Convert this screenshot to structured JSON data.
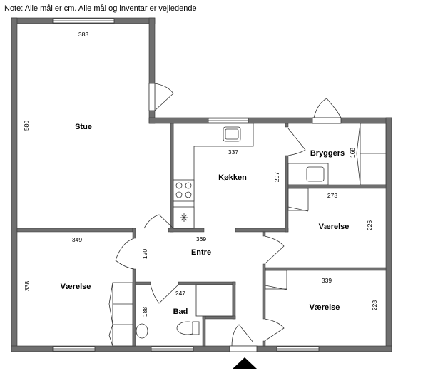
{
  "note": "Note: Alle mål er cm. Alle mål og inventar er vejledende",
  "rooms": {
    "stue": {
      "name": "Stue",
      "width": "383",
      "depth": "580"
    },
    "kokken": {
      "name": "Køkken",
      "width": "337",
      "depth": "297"
    },
    "bryggers": {
      "name": "Bryggers",
      "depth": "168"
    },
    "vaerelse_ne": {
      "name": "Værelse",
      "width": "273",
      "depth": "226"
    },
    "entre": {
      "name": "Entre",
      "width": "369",
      "depth": "120"
    },
    "vaerelse_w": {
      "name": "Værelse",
      "width": "349",
      "depth": "338"
    },
    "bad": {
      "name": "Bad",
      "width": "247",
      "depth": "188"
    },
    "vaerelse_se": {
      "name": "Værelse",
      "width": "339",
      "depth": "228"
    }
  },
  "entrance_marker": "entrance-arrow",
  "colors": {
    "wall": "#6f6f6f",
    "line": "#333333"
  }
}
